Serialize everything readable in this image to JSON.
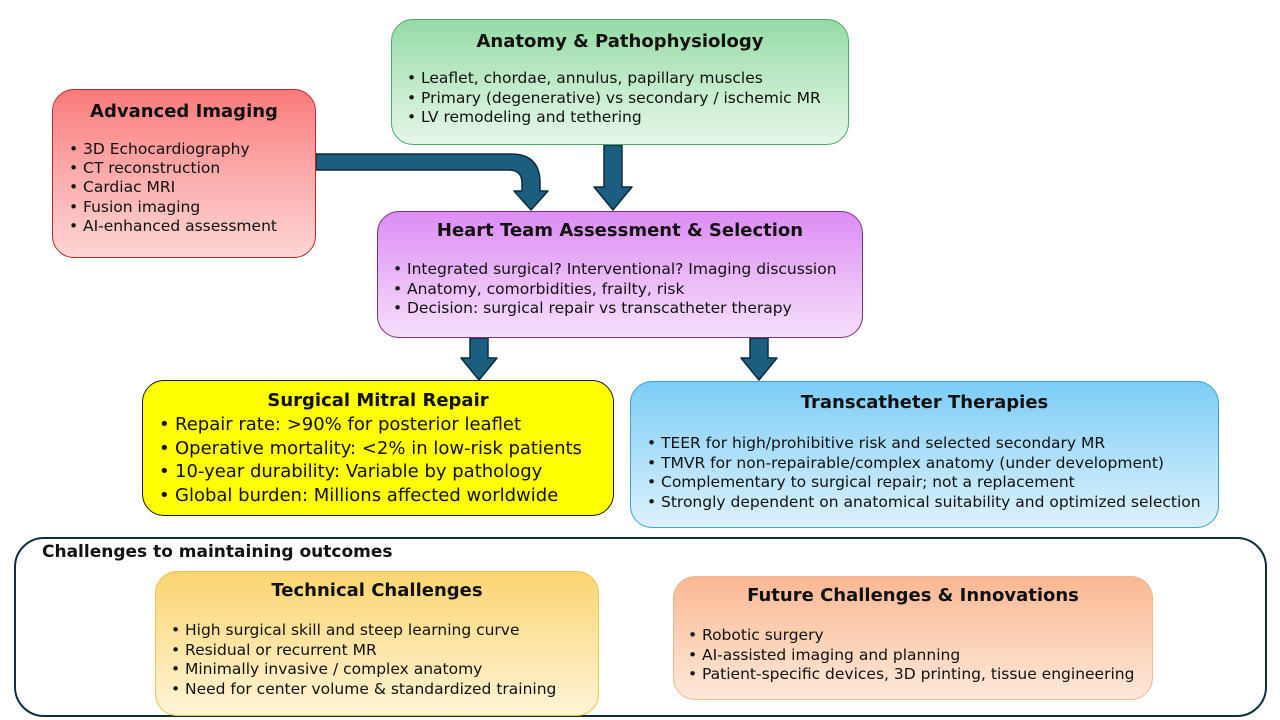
{
  "colors": {
    "arrow_fill": "#1b5e80",
    "arrow_stroke": "#0d2b3a"
  },
  "anatomy": {
    "title": "Anatomy & Pathophysiology",
    "items": [
      "Leaflet, chordae, annulus, papillary muscles",
      "Primary (degenerative) vs secondary / ischemic MR",
      "LV remodeling and tethering"
    ]
  },
  "imaging": {
    "title": "Advanced Imaging",
    "items": [
      "3D Echocardiography",
      "CT reconstruction",
      "Cardiac MRI",
      "Fusion imaging",
      "AI-enhanced assessment"
    ]
  },
  "heart_team": {
    "title": "Heart Team Assessment & Selection",
    "items": [
      "Integrated surgical? Interventional? Imaging discussion",
      "Anatomy, comorbidities, frailty, risk",
      "Decision: surgical repair vs transcatheter therapy"
    ]
  },
  "surgical": {
    "title": "Surgical Mitral Repair",
    "items": [
      "Repair rate: >90% for posterior leaflet",
      "Operative mortality: <2% in low-risk patients",
      "10-year durability: Variable by pathology",
      "Global burden: Millions affected worldwide"
    ]
  },
  "transcatheter": {
    "title": "Transcatheter Therapies",
    "items": [
      "TEER for high/prohibitive risk and selected secondary MR",
      "TMVR for non-repairable/complex anatomy (under development)",
      "Complementary to surgical repair; not a replacement",
      "Strongly dependent on anatomical suitability and optimized selection"
    ]
  },
  "challenges": {
    "title": "Challenges to maintaining outcomes",
    "technical": {
      "title": "Technical Challenges",
      "items": [
        "High surgical skill and steep learning curve",
        "Residual or recurrent MR",
        "Minimally invasive / complex anatomy",
        "Need for center volume & standardized training"
      ]
    },
    "future": {
      "title": "Future Challenges & Innovations",
      "items": [
        "Robotic surgery",
        "AI-assisted imaging and planning",
        "Patient-specific devices, 3D printing, tissue engineering"
      ]
    }
  }
}
